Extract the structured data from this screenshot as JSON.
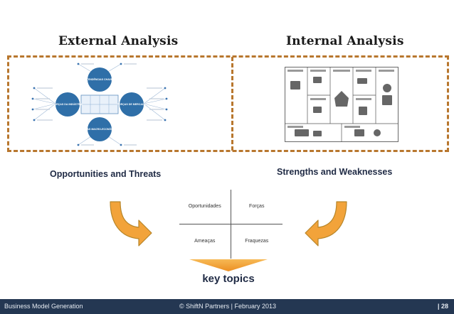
{
  "headings": {
    "external": "External Analysis",
    "internal": "Internal Analysis"
  },
  "captions": {
    "opportunities_threats": "Opportunities and Threats",
    "strengths_weaknesses": "Strengths and Weaknesses"
  },
  "external_diagram": {
    "center_hub": "",
    "nodes": [
      {
        "icon": "trend-node",
        "label": "TENDÊNCIAS CHAVE"
      },
      {
        "icon": "industry-node",
        "label": "FORÇAS DA INDÚSTRIA"
      },
      {
        "icon": "market-node",
        "label": "FORÇAS DE MERCADO"
      },
      {
        "icon": "macro-node",
        "label": "FORÇAS MACRO-ECONÔMICAS"
      }
    ]
  },
  "swot": {
    "top_left": "Oportunidades",
    "top_right": "Forças",
    "bottom_left": "Ameaças",
    "bottom_right": "Fraquezas"
  },
  "key_topics": "key topics",
  "footer": {
    "left": "Business Model Generation",
    "center": "© ShiftN Partners | February 2013",
    "page": "| 28"
  },
  "colors": {
    "dash": "#b8772e",
    "arrow_orange": "#f2a33a",
    "arrow_outline": "#b7862a",
    "node_blue": "#2f6fa8",
    "footer_bg": "#243752",
    "caption_text": "#1f2a44"
  }
}
